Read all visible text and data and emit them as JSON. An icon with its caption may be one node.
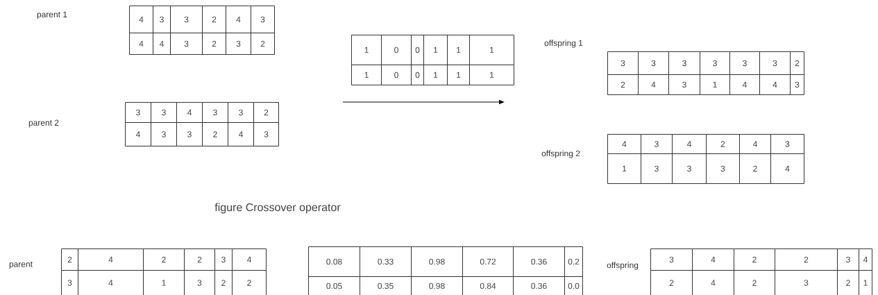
{
  "diagram": {
    "labels": [
      "parent 1",
      "4",
      "3",
      "3",
      "2",
      "4",
      "3",
      "4",
      "4",
      "3",
      "2",
      "3",
      "2",
      "1",
      "0",
      "0",
      "1",
      "1",
      "1",
      "1",
      "0",
      "0",
      "1",
      "1",
      "1",
      "offspring 1",
      "3",
      "3",
      "3",
      "3",
      "3",
      "3",
      "2",
      "2",
      "4",
      "3",
      "1",
      "4",
      "4",
      "3",
      "parent 2",
      "3",
      "3",
      "4",
      "3",
      "3",
      "2",
      "4",
      "3",
      "3",
      "2",
      "4",
      "3",
      "offspring 2",
      "4",
      "3",
      "4",
      "2",
      "4",
      "3",
      "1",
      "3",
      "3",
      "3",
      "2",
      "4",
      "figure Crossover operator",
      "parent",
      "2",
      "4",
      "2",
      "2",
      "3",
      "4",
      "3",
      "4",
      "1",
      "3",
      "2",
      "2",
      "0.08",
      "0.33",
      "0.98",
      "0.72",
      "0.36",
      "0.2",
      "0.05",
      "0.35",
      "0.98",
      "0.84",
      "0.36",
      "0.0",
      "offspring",
      "3",
      "4",
      "2",
      "2",
      "3",
      "4",
      "2",
      "4",
      "2",
      "3",
      "2",
      "1"
    ]
  }
}
